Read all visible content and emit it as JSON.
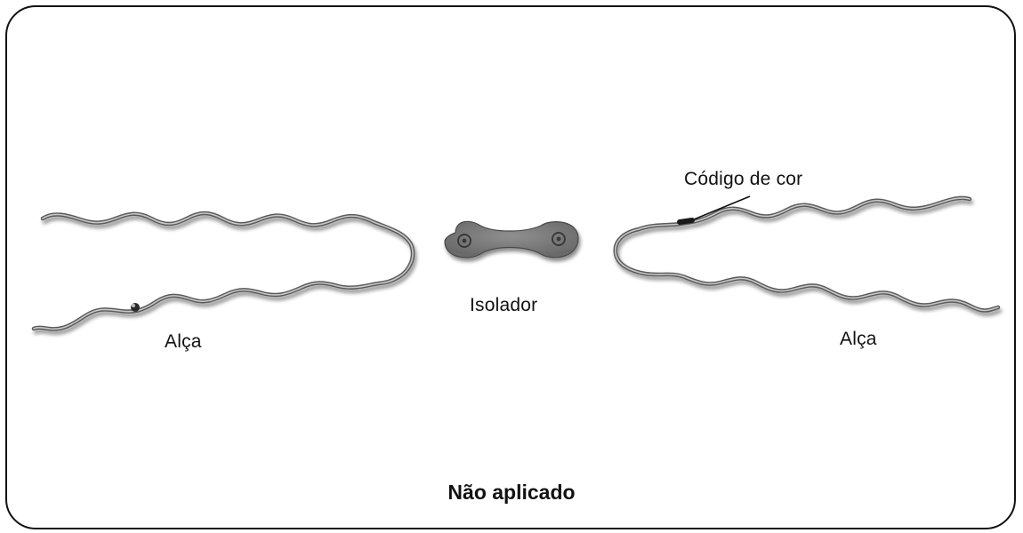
{
  "labels": {
    "color_code": "Código de cor",
    "insulator": "Isolador",
    "loop_left": "Alça",
    "loop_right": "Alça"
  },
  "caption": "Não aplicado"
}
